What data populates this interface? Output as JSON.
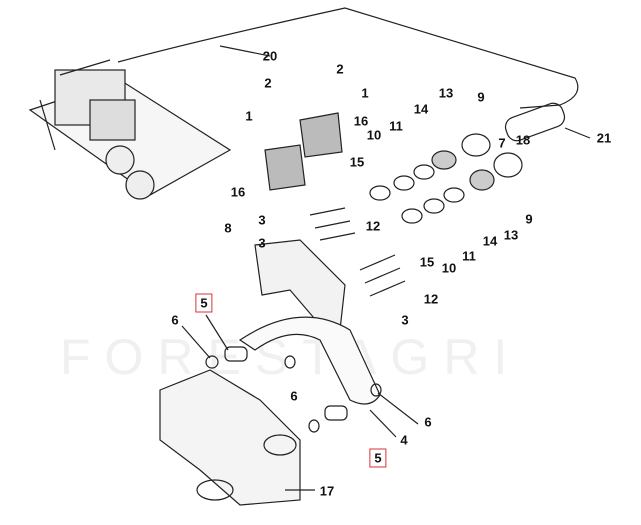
{
  "watermark": "FORESTAGRI",
  "callouts": {
    "c20": "20",
    "c2a": "2",
    "c2b": "2",
    "c1a": "1",
    "c1b": "1",
    "c16a": "16",
    "c16b": "16",
    "c13a": "13",
    "c9a": "9",
    "c14a": "14",
    "c11a": "11",
    "c10a": "10",
    "c15a": "15",
    "c18": "18",
    "c7": "7",
    "c21": "21",
    "c9b": "9",
    "c13b": "13",
    "c14b": "14",
    "c11b": "11",
    "c10b": "10",
    "c15b": "15",
    "c3a": "3",
    "c3b": "3",
    "c12a": "12",
    "c8": "8",
    "c12b": "12",
    "c3c": "3",
    "c5a": "5",
    "c6a": "6",
    "c6b": "6",
    "c6c": "6",
    "c4": "4",
    "c5b": "5",
    "c17": "17"
  },
  "colors": {
    "highlight_box": "#dd3333",
    "line": "#222222"
  }
}
